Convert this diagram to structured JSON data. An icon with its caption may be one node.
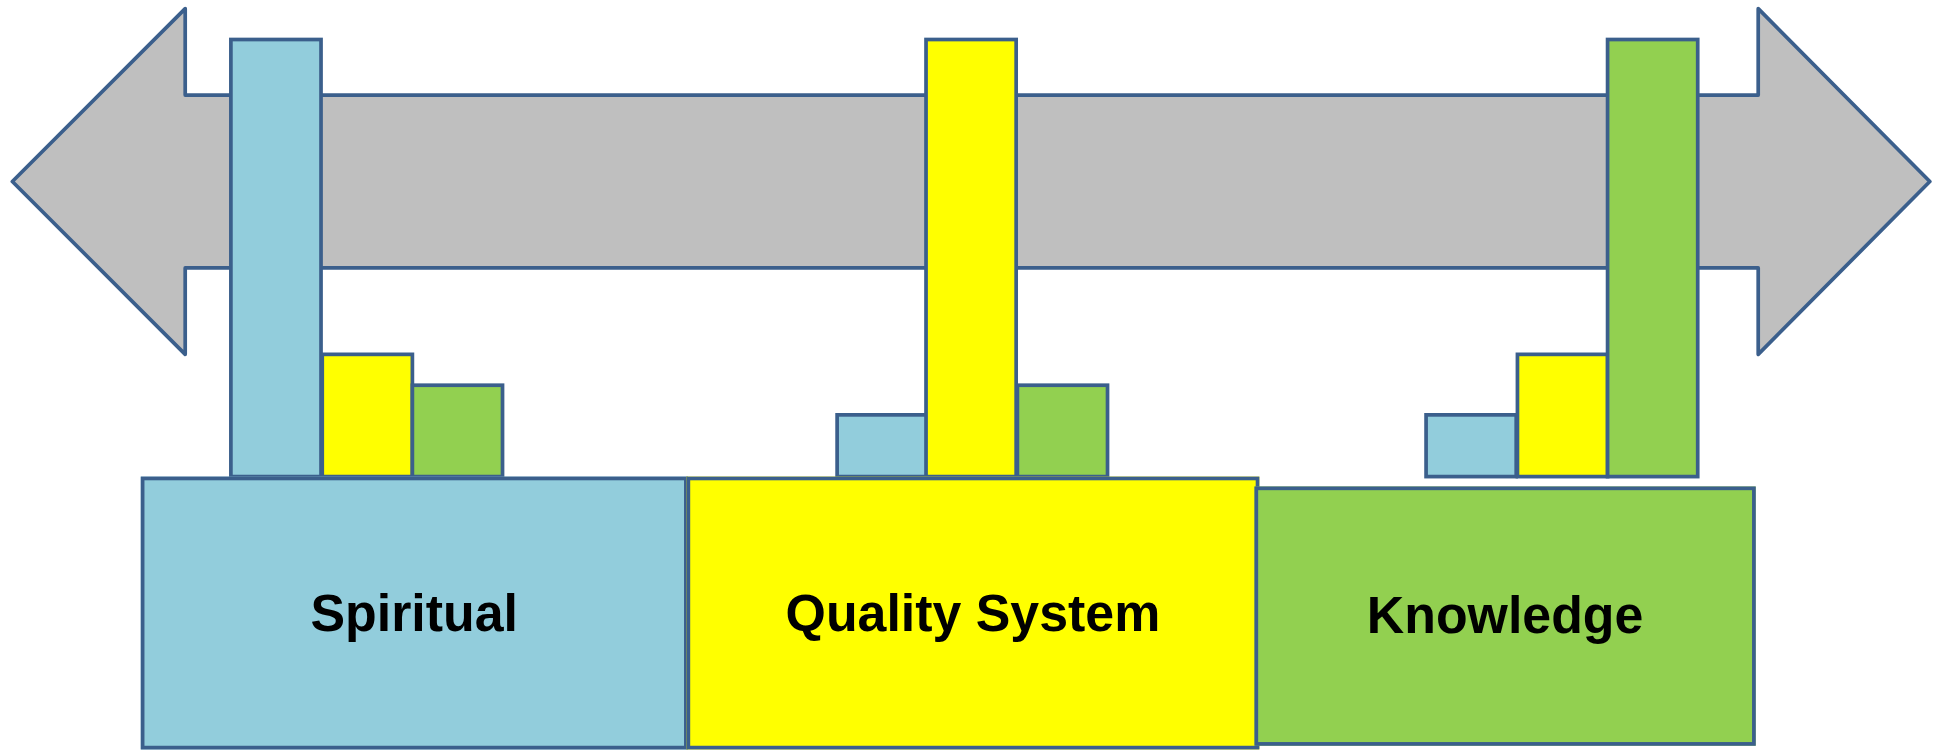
{
  "diagram": {
    "nodes": [
      {
        "text": [
          "Spiritual"
        ]
      },
      {
        "text": [
          "Quality System"
        ]
      },
      {
        "text": [
          "Knowledge"
        ]
      }
    ]
  }
}
